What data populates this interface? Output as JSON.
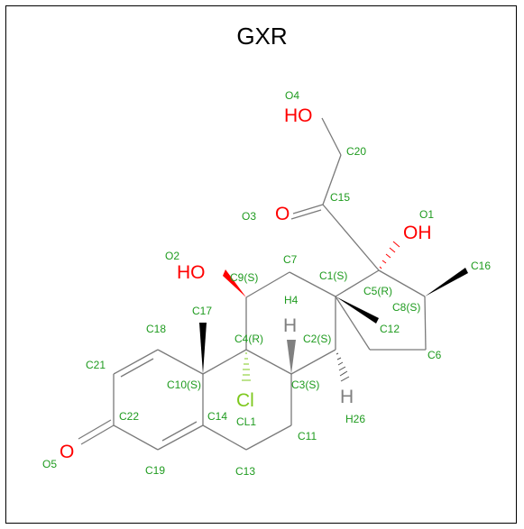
{
  "title": "GXR",
  "colors": {
    "carbon_label": "#1f9b1f",
    "oxygen": "#ff0000",
    "chlorine": "#7ec81e",
    "hydrogen": "#808080",
    "bond": "#7a7a7a"
  },
  "labels": {
    "O4": "O4",
    "C20": "C20",
    "C15": "C15",
    "O3": "O3",
    "O1": "O1",
    "C16": "C16",
    "O2": "O2",
    "C9": "C9(S)",
    "C7": "C7",
    "C1": "C1(S)",
    "C5": "C5(R)",
    "C8": "C8(S)",
    "H4": "H4",
    "C17": "C17",
    "C18": "C18",
    "C12": "C12",
    "C4": "C4(R)",
    "C2": "C2(S)",
    "C6": "C6",
    "C21": "C21",
    "C10": "C10(S)",
    "C3": "C3(S)",
    "C22": "C22",
    "C14": "C14",
    "CL1": "CL1",
    "H26": "H26",
    "C11": "C11",
    "O5": "O5",
    "C19": "C19",
    "C13": "C13"
  },
  "atoms": {
    "OH_top": "HO",
    "OH_right": "OH",
    "OH_left": "HO",
    "O_ketone": "O",
    "O_ring": "O",
    "Cl": "Cl",
    "H_top": "H",
    "H_bottom": "H"
  }
}
